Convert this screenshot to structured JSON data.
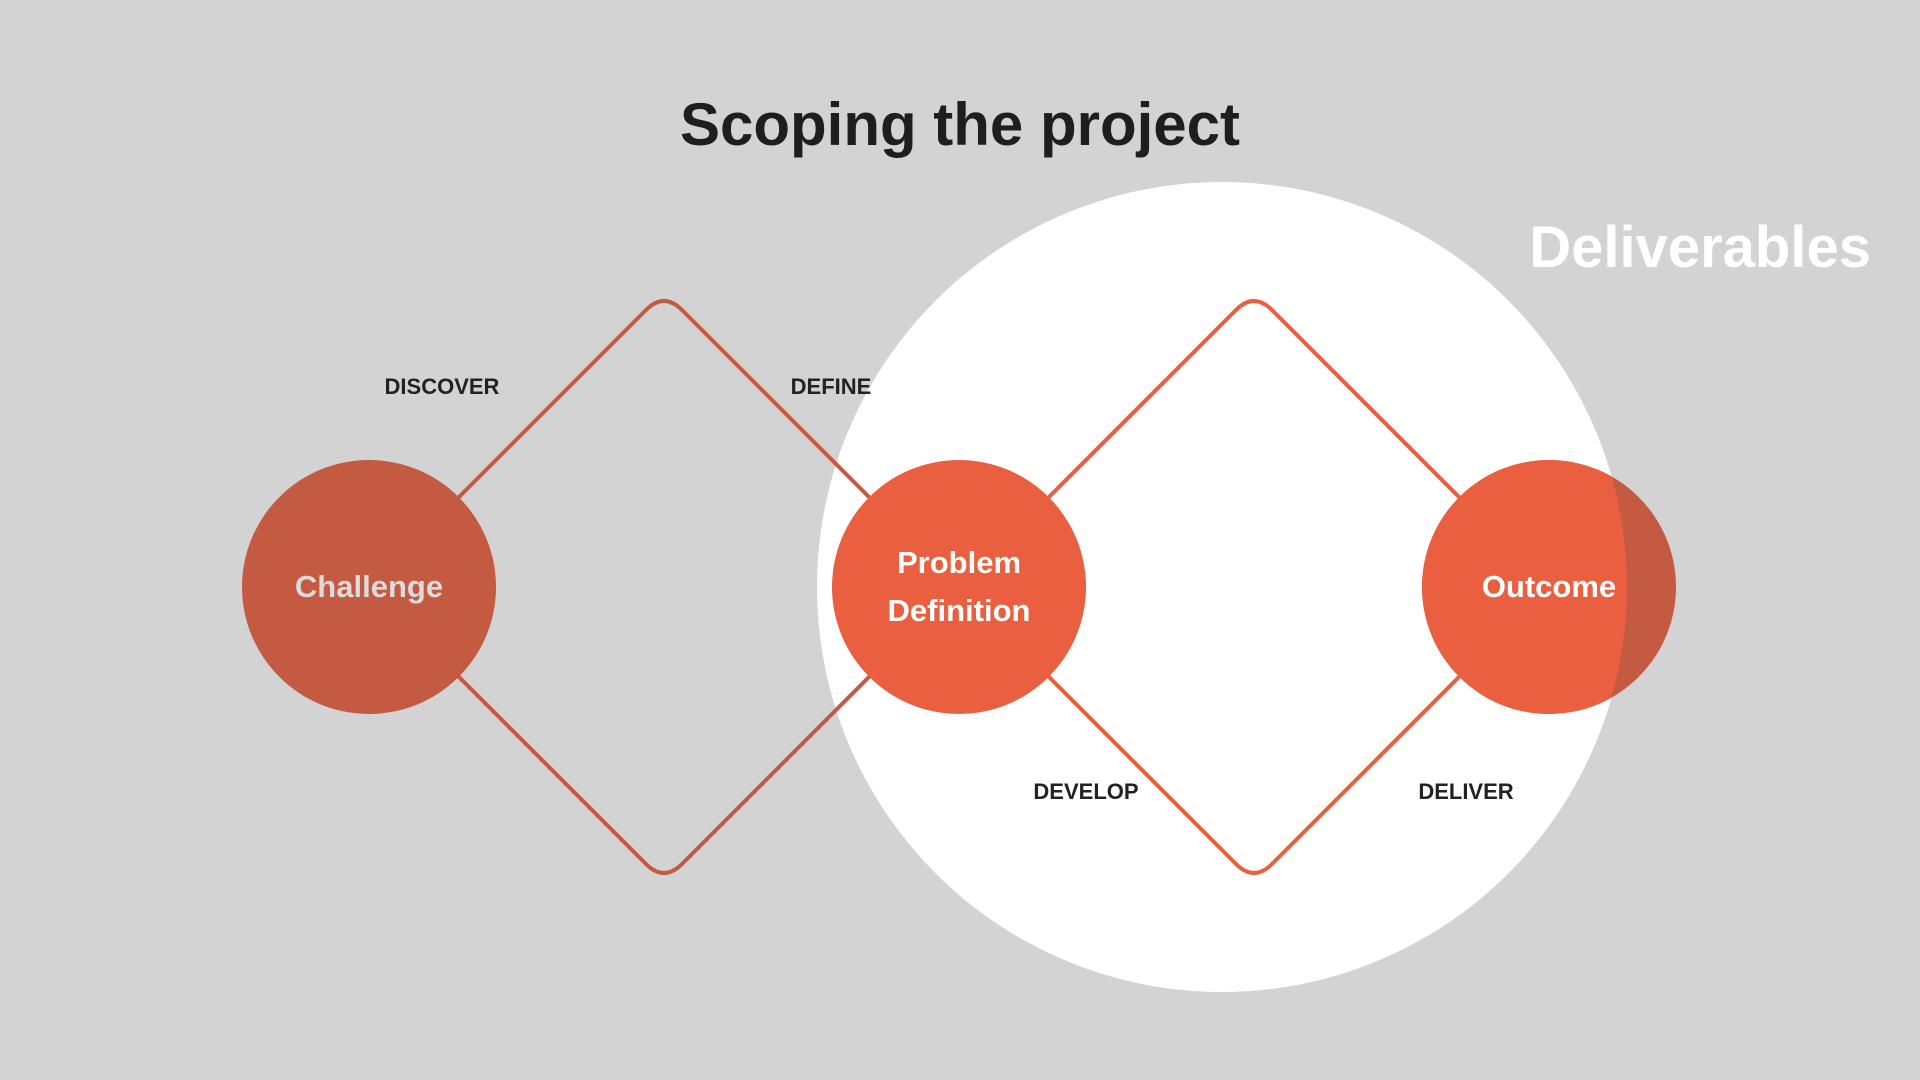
{
  "title": "Scoping the project",
  "scope_label": "Deliverables",
  "phases": {
    "discover": "DISCOVER",
    "define": "DEFINE",
    "develop": "DEVELOP",
    "deliver": "DELIVER"
  },
  "nodes": {
    "challenge": "Challenge",
    "problem_line1": "Problem",
    "problem_line2": "Definition",
    "outcome": "Outcome"
  },
  "colors": {
    "background": "#d3d3d3",
    "scope_circle": "#ffffff",
    "dark_orange": "#c45a42",
    "orange": "#e95f3f"
  }
}
